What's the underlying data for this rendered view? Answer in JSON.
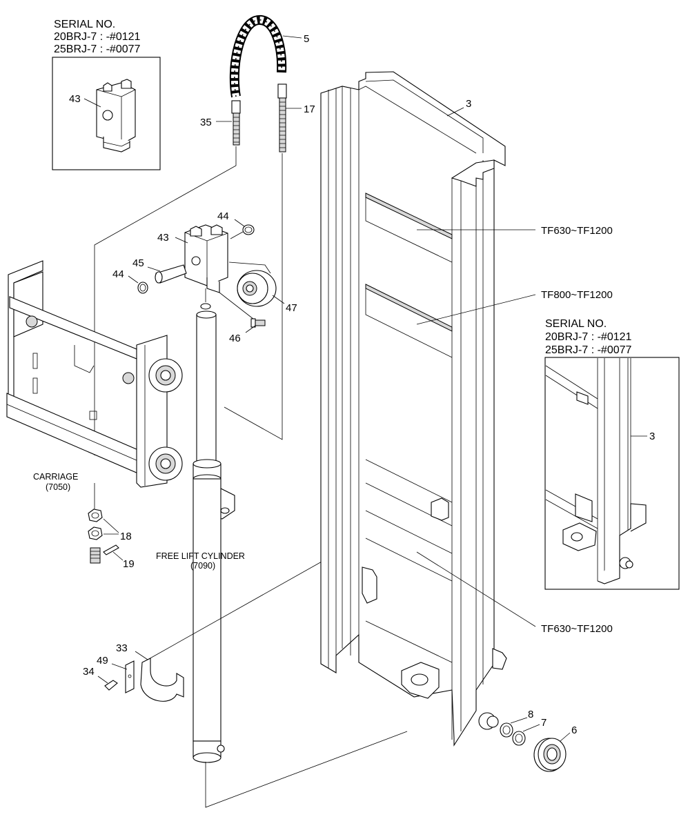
{
  "inset_top": {
    "serial_title": "SERIAL NO.",
    "serial_line1": "20BRJ-7 : -#0121",
    "serial_line2": "25BRJ-7 : -#0077",
    "part": "43"
  },
  "inset_right": {
    "serial_title": "SERIAL NO.",
    "serial_line1": "20BRJ-7 : -#0121",
    "serial_line2": "25BRJ-7 : -#0077",
    "part": "3"
  },
  "callouts": {
    "p3": "3",
    "p5": "5",
    "p6": "6",
    "p7": "7",
    "p8": "8",
    "p17": "17",
    "p18": "18",
    "p19": "19",
    "p33": "33",
    "p34": "34",
    "p35": "35",
    "p43": "43",
    "p44a": "44",
    "p44b": "44",
    "p45": "45",
    "p46": "46",
    "p47": "47",
    "p49": "49"
  },
  "crossmember_labels": {
    "upper": "TF630~TF1200",
    "middle": "TF800~TF1200",
    "lower": "TF630~TF1200"
  },
  "assemblies": {
    "carriage_name": "CARRIAGE",
    "carriage_code": "(7050)",
    "cylinder_name": "FREE LIFT CYLINDER",
    "cylinder_code": "(7090)"
  }
}
